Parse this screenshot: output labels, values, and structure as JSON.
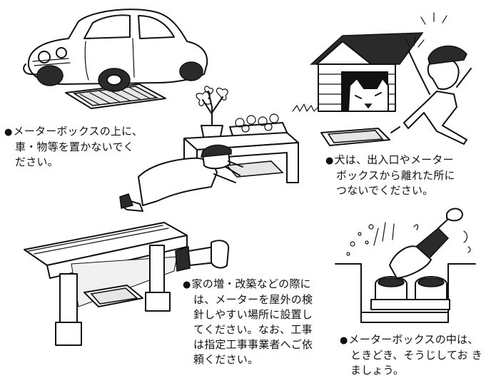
{
  "captions": {
    "car": {
      "bullet": "●",
      "lines": [
        "メーターボックスの上に、",
        "車・物等を置かないでく",
        "ださい。"
      ]
    },
    "dog": {
      "bullet": "●",
      "lines": [
        "犬は、出入口やメーター",
        "ボックスから離れた所に",
        "つないでください。"
      ]
    },
    "renovation": {
      "bullet": "●",
      "lines": [
        "家の増・改築などの際に",
        "は、メーターを屋外の検",
        "針しやすい場所に設置し",
        "てください。なお、工事",
        "は指定工事事業者へご依",
        "頼ください。"
      ]
    },
    "cleaning": {
      "bullet": "●",
      "lines": [
        "メーターボックスの中は、",
        "ときどき、そうじしてお き",
        "ましょう。"
      ]
    }
  },
  "icons": {
    "car": "car-on-meter-box-illustration",
    "dog": "dog-house-illustration",
    "person": "person-crawling-illustration",
    "house": "house-floor-flashlight-illustration",
    "broom": "broom-cleaning-illustration"
  }
}
